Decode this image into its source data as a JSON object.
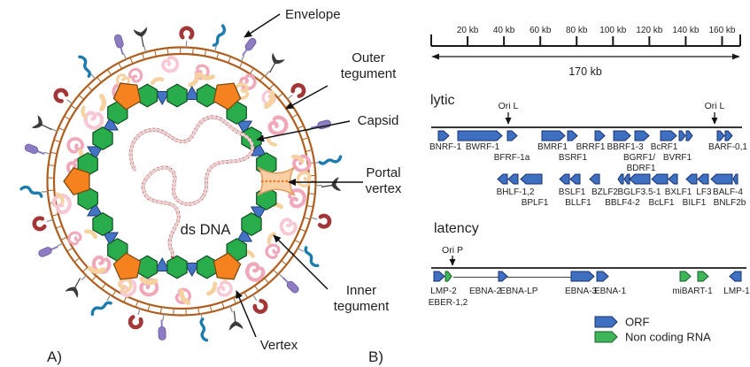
{
  "panel_a": {
    "label": "A)",
    "annotations": {
      "envelope": "Envelope",
      "outer_tegument": [
        "Outer",
        "tegument"
      ],
      "capsid": "Capsid",
      "portal_vertex": [
        "Portal",
        "vertex"
      ],
      "ds_dna": "ds DNA",
      "inner_tegument": [
        "Inner",
        "tegument"
      ],
      "vertex": "Vertex"
    }
  },
  "panel_b": {
    "label": "B)",
    "ruler": {
      "tick_labels": [
        "20 kb",
        "40 kb",
        "60 kb",
        "80 kb",
        "100 kb",
        "120 kb",
        "140 kb",
        "160 kb"
      ],
      "total_label": "170 kb"
    },
    "section_lytic": "lytic",
    "section_latency": "latency",
    "ori_l": "Ori L",
    "ori_p": "Ori P",
    "lytic_gene_labels": [
      "BNRF-1",
      "BWRF-1",
      "BMRF1",
      "BRRF1",
      "BBRF1-3",
      "BcRF1",
      "BARF-0,1",
      "BFRF-1a",
      "BSRF1",
      "BGRF1/",
      "BVRF1",
      "BDRF1"
    ],
    "lytic2_gene_labels": [
      "BHLF-1,2",
      "BSLF1",
      "BZLF2",
      "BGLF3.5-1",
      "BXLF1",
      "LF3",
      "BALF-4",
      "BPLF1",
      "BLLF1",
      "BBLF4-2",
      "BcLF1",
      "BILF1",
      "BNLF2b"
    ],
    "latency_gene_labels": [
      "LMP-2",
      "EBNA-2",
      "EBNA-LP",
      "EBNA-3",
      "EBNA-1",
      "miBART-1",
      "LMP-1",
      "EBER-1,2"
    ],
    "legend": {
      "orf": "ORF",
      "non_coding": "Non coding RNA"
    }
  }
}
